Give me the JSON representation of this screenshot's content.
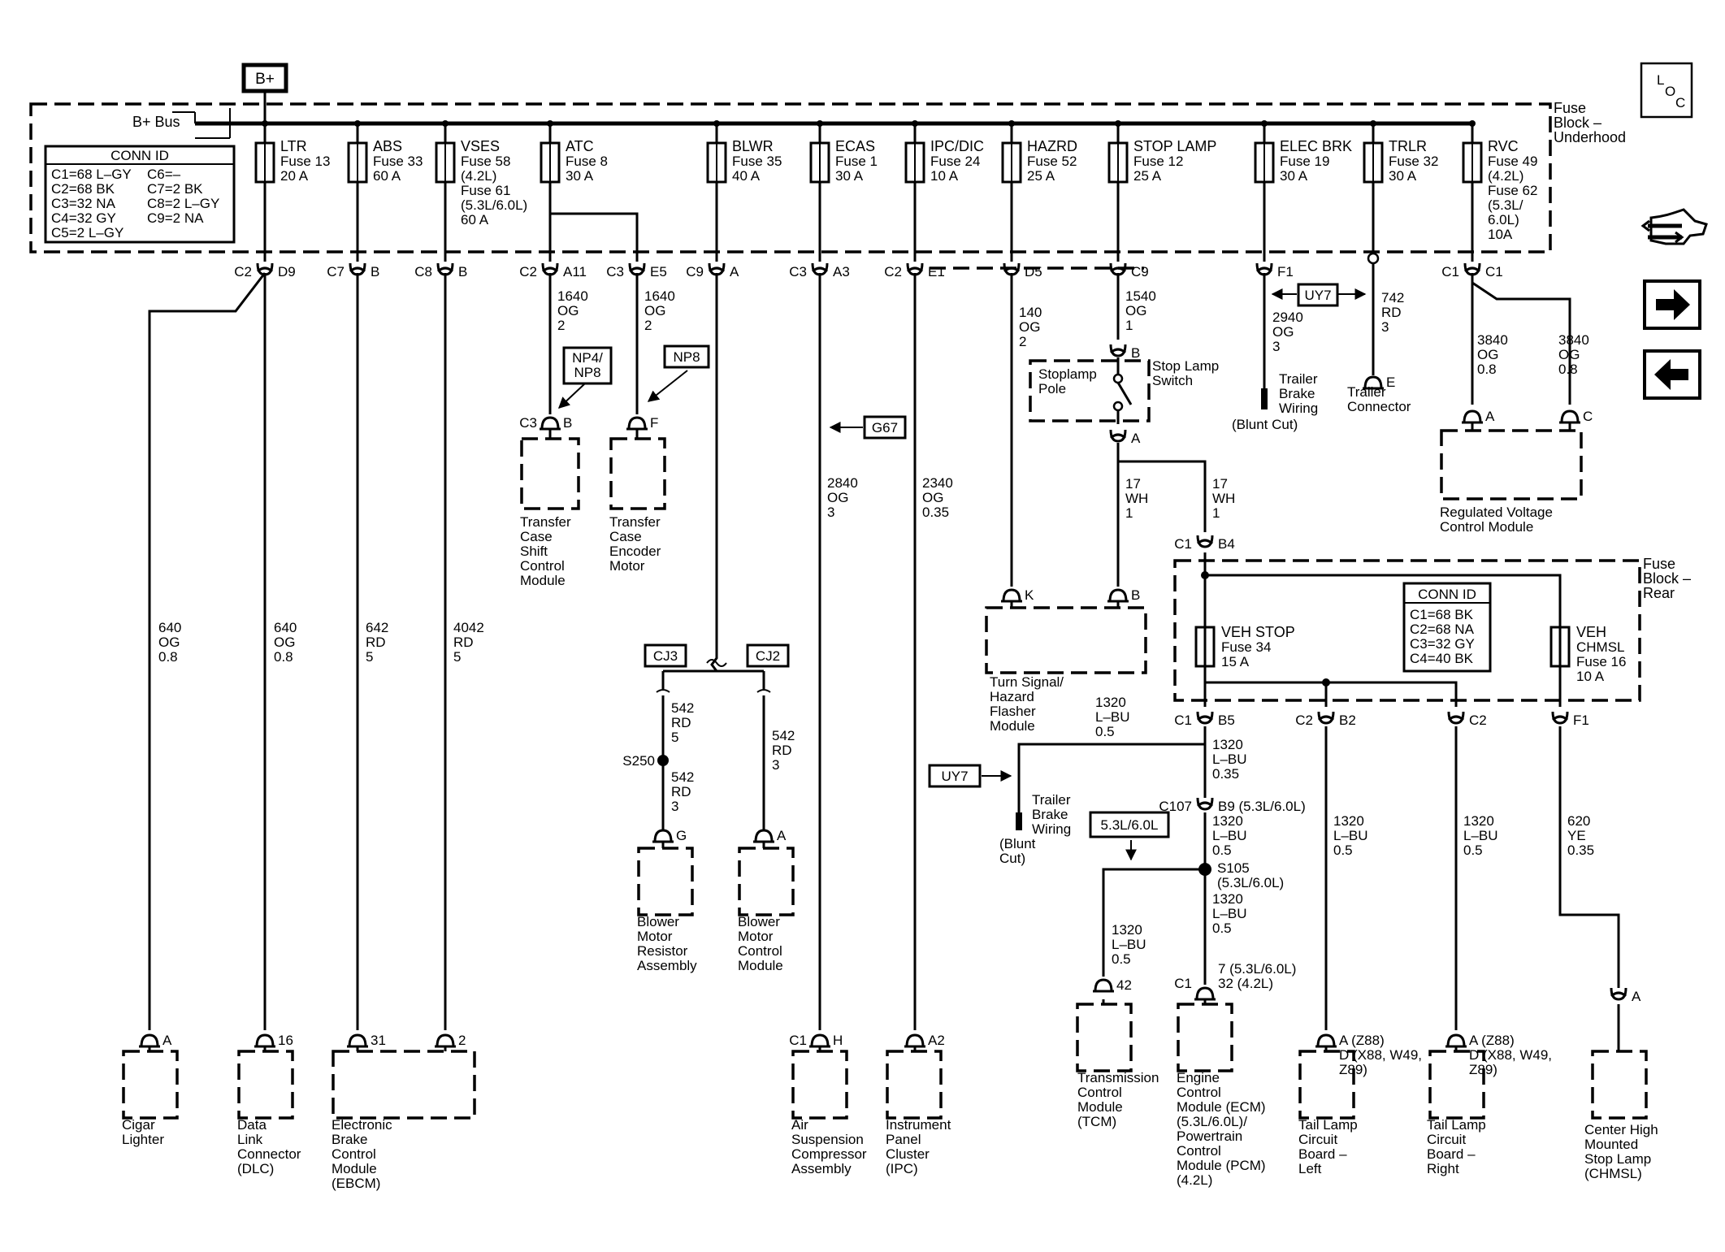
{
  "battery": "B+",
  "bus_label": "B+ Bus",
  "fuse_block_underhood": [
    "Fuse",
    "Block –",
    "Underhood"
  ],
  "fuse_block_rear": [
    "Fuse",
    "Block –",
    "Rear"
  ],
  "loc_icon": {
    "l": "L",
    "o": "O",
    "c": "C"
  },
  "conn_id_underhood": {
    "title": "CONN ID",
    "left": [
      "C1=68 L–GY",
      "C2=68 BK",
      "C3=32 NA",
      "C4=32 GY",
      "C5=2 L–GY"
    ],
    "right": [
      "C6=–",
      "C7=2 BK",
      "C8=2 L–GY",
      "C9=2 NA"
    ]
  },
  "conn_id_rear": {
    "title": "CONN ID",
    "lines": [
      "C1=68 BK",
      "C2=68 NA",
      "C3=32 GY",
      "C4=40 BK"
    ]
  },
  "fuses": [
    {
      "name": "LTR",
      "lines": [
        "Fuse 13",
        "20 A"
      ]
    },
    {
      "name": "ABS",
      "lines": [
        "Fuse 33",
        "60 A"
      ]
    },
    {
      "name": "VSES",
      "lines": [
        "Fuse 58",
        "(4.2L)",
        "Fuse 61",
        "(5.3L/6.0L)",
        "60 A"
      ]
    },
    {
      "name": "ATC",
      "lines": [
        "Fuse 8",
        "30 A"
      ]
    },
    {
      "name": "BLWR",
      "lines": [
        "Fuse 35",
        "40 A"
      ]
    },
    {
      "name": "ECAS",
      "lines": [
        "Fuse 1",
        "30 A"
      ]
    },
    {
      "name": "IPC/DIC",
      "lines": [
        "Fuse 24",
        "10 A"
      ]
    },
    {
      "name": "HAZRD",
      "lines": [
        "Fuse 52",
        "25 A"
      ]
    },
    {
      "name": "STOP LAMP",
      "lines": [
        "Fuse 12",
        "25 A"
      ]
    },
    {
      "name": "ELEC BRK",
      "lines": [
        "Fuse 19",
        "30 A"
      ]
    },
    {
      "name": "TRLR",
      "lines": [
        "Fuse 32",
        "30 A"
      ]
    },
    {
      "name": "RVC",
      "lines": [
        "Fuse 49",
        "(4.2L)",
        "Fuse 62",
        "(5.3L/",
        "6.0L)",
        "10A"
      ]
    },
    {
      "name": "VEH STOP",
      "lines": [
        "Fuse 34",
        "15 A"
      ]
    },
    {
      "name": "VEH",
      "lines": [
        "CHMSL",
        "Fuse 16",
        "10 A"
      ]
    }
  ],
  "connectors": {
    "ltr_top": [
      "C2",
      "D9"
    ],
    "abs_top": [
      "C7",
      "B"
    ],
    "vses_top": [
      "C8",
      "B"
    ],
    "atc_top": [
      "C2",
      "A11"
    ],
    "atc2_top": [
      "C3",
      "E5"
    ],
    "blwr_top": [
      "C9",
      "A"
    ],
    "ecas_top": [
      "C3",
      "A3"
    ],
    "ipc_top": [
      "C2",
      "E1"
    ],
    "hazrd_top": "D5",
    "stop_top": "C9",
    "brk_top": "F1",
    "rvc_top": [
      "C1",
      "C1"
    ],
    "tcscm_pin": [
      "C3",
      "B"
    ],
    "tcem_pin": "F",
    "switch_in": "B",
    "switch_out": "A",
    "trailer_conn_pin": "E",
    "rvcm_a": "A",
    "rvcm_c": "C",
    "rear_in": [
      "C1",
      "B4"
    ],
    "flasher_k": "K",
    "flasher_b": "B",
    "rear_b5": [
      "C1",
      "B5"
    ],
    "rear_b2": [
      "C2",
      "B2"
    ],
    "rear_c2": "C2",
    "rear_f1": "F1",
    "c107": [
      "C107",
      "B9 (5.3L/6.0L)"
    ],
    "bmra_pin": "G",
    "bmcm_pin": "A",
    "cigar_pin": "A",
    "dlc_pin": "16",
    "ebcm_31": "31",
    "ebcm_2": "2",
    "air_pin": [
      "C1",
      "H"
    ],
    "ipc_pin": "A2",
    "tcm_pin": "42",
    "ecm_pin": [
      "C1",
      "7 (5.3L/6.0L)",
      "32 (4.2L)"
    ],
    "tail_left_pin": [
      "A (Z88)",
      "D (X88, W49,",
      "Z89)"
    ],
    "tail_right_pin": [
      "A (Z88)",
      "D (X88, W49,",
      "Z89)"
    ],
    "chmsl_pin": "A"
  },
  "wires": {
    "atc_out": [
      "1640",
      "OG",
      "2"
    ],
    "atc2_out": [
      "1640",
      "OG",
      "2"
    ],
    "hazrd_out": [
      "140",
      "OG",
      "2"
    ],
    "stop_out": [
      "1540",
      "OG",
      "1"
    ],
    "brk_out": [
      "2940",
      "OG",
      "3"
    ],
    "trlr_out": [
      "742",
      "RD",
      "3"
    ],
    "rvc_a": [
      "3840",
      "OG",
      "0.8"
    ],
    "rvc_c": [
      "3840",
      "OG",
      "0.8"
    ],
    "sw_out": [
      "17",
      "WH",
      "1"
    ],
    "rear_in": [
      "17",
      "WH",
      "1"
    ],
    "ecas": [
      "2840",
      "OG",
      "3"
    ],
    "ipc": [
      "2340",
      "OG",
      "0.35"
    ],
    "cigar": [
      "640",
      "OG",
      "0.8"
    ],
    "dlc": [
      "640",
      "OG",
      "0.8"
    ],
    "ebcm_31": [
      "642",
      "RD",
      "5"
    ],
    "ebcm_2": [
      "4042",
      "RD",
      "5"
    ],
    "blwr_a": [
      "542",
      "RD",
      "5"
    ],
    "blwr_b": [
      "542",
      "RD",
      "3"
    ],
    "blwr_c": [
      "542",
      "RD",
      "3"
    ],
    "trailer_brake_2": [
      "1320",
      "L–BU",
      "0.5"
    ],
    "b5_out": [
      "1320",
      "L–BU",
      "0.35"
    ],
    "c107_out": [
      "1320",
      "L–BU",
      "0.5"
    ],
    "ecm": [
      "1320",
      "L–BU",
      "0.5"
    ],
    "tcm": [
      "1320",
      "L–BU",
      "0.5"
    ],
    "tail_left": [
      "1320",
      "L–BU",
      "0.5"
    ],
    "tail_right": [
      "1320",
      "L–BU",
      "0.5"
    ],
    "chmsl": [
      "620",
      "YE",
      "0.35"
    ]
  },
  "options": {
    "np4": [
      "NP4/",
      "NP8"
    ],
    "np8": "NP8",
    "g67": "G67",
    "uy7_top": "UY7",
    "uy7_bottom": "UY7",
    "cj3": "CJ3",
    "cj2": "CJ2",
    "l53": "5.3L/6.0L"
  },
  "splices": {
    "s250": "S250",
    "s105": [
      "S105",
      "(5.3L/6.0L)"
    ]
  },
  "components": {
    "tcscm": [
      "Transfer",
      "Case",
      "Shift",
      "Control",
      "Module"
    ],
    "tcem": [
      "Transfer",
      "Case",
      "Encoder",
      "Motor"
    ],
    "stoplamp_pole": [
      "Stoplamp",
      "Pole"
    ],
    "stoplamp_switch": [
      "Stop Lamp",
      "Switch"
    ],
    "trailer_brake_top": [
      "Trailer",
      "Brake",
      "Wiring"
    ],
    "blunt_cut_top": "(Blunt Cut)",
    "trailer_conn": [
      "Trailer",
      "Connector"
    ],
    "rvcm": [
      "Regulated Voltage",
      "Control Module"
    ],
    "flasher": [
      "Turn Signal/",
      "Hazard",
      "Flasher",
      "Module"
    ],
    "trailer_brake_bottom": [
      "Trailer",
      "Brake",
      "Wiring"
    ],
    "blunt_cut_bottom": [
      "(Blunt",
      "Cut)"
    ],
    "bmra": [
      "Blower",
      "Motor",
      "Resistor",
      "Assembly"
    ],
    "bmcm": [
      "Blower",
      "Motor",
      "Control",
      "Module"
    ],
    "cigar": [
      "Cigar",
      "Lighter"
    ],
    "dlc": [
      "Data",
      "Link",
      "Connector",
      "(DLC)"
    ],
    "ebcm": [
      "Electronic",
      "Brake",
      "Control",
      "Module",
      "(EBCM)"
    ],
    "air": [
      "Air",
      "Suspension",
      "Compressor",
      "Assembly"
    ],
    "ipc": [
      "Instrument",
      "Panel",
      "Cluster",
      "(IPC)"
    ],
    "tcm": [
      "Transmission",
      "Control",
      "Module",
      "(TCM)"
    ],
    "ecm": [
      "Engine",
      "Control",
      "Module (ECM)",
      "(5.3L/6.0L)/",
      "Powertrain",
      "Control",
      "Module (PCM)",
      "(4.2L)"
    ],
    "tail_left": [
      "Tail Lamp",
      "Circuit",
      "Board –",
      "Left"
    ],
    "tail_right": [
      "Tail Lamp",
      "Circuit",
      "Board –",
      "Right"
    ],
    "chmsl": [
      "Center High",
      "Mounted",
      "Stop Lamp",
      "(CHMSL)"
    ]
  },
  "nav": {
    "icons": [
      "schematic-icon",
      "next-arrow-icon",
      "back-arrow-icon"
    ]
  }
}
